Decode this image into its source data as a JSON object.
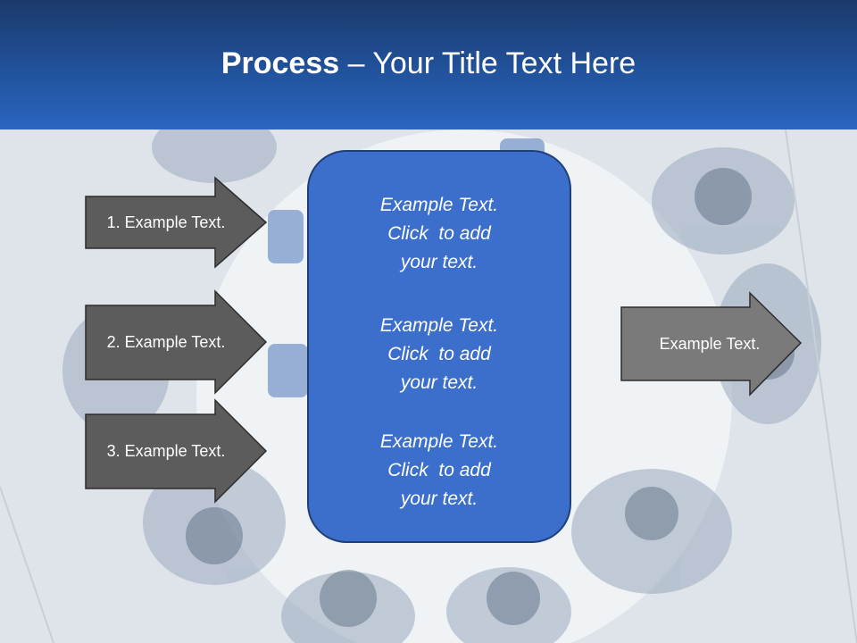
{
  "slide": {
    "title_bold": "Process",
    "title_rest": " – Your Title Text Here"
  },
  "left_arrows": [
    {
      "label": "1. Example Text."
    },
    {
      "label": "2. Example Text."
    },
    {
      "label": "3. Example Text."
    }
  ],
  "center_box": {
    "blocks": [
      {
        "lines": [
          "Example Text.",
          "Click  to add",
          "your text."
        ]
      },
      {
        "lines": [
          "Example Text.",
          "Click  to add",
          "your text."
        ]
      },
      {
        "lines": [
          "Example Text.",
          "Click  to add",
          "your text."
        ]
      }
    ]
  },
  "right_arrow": {
    "label": "Example Text."
  },
  "colors": {
    "header_top": "#1b3a6b",
    "header_bottom": "#2b65c0",
    "left_arrow_fill": "#5c5c5c",
    "right_arrow_fill": "#7a7a7a",
    "center_box_fill": "#3b6fcb"
  }
}
